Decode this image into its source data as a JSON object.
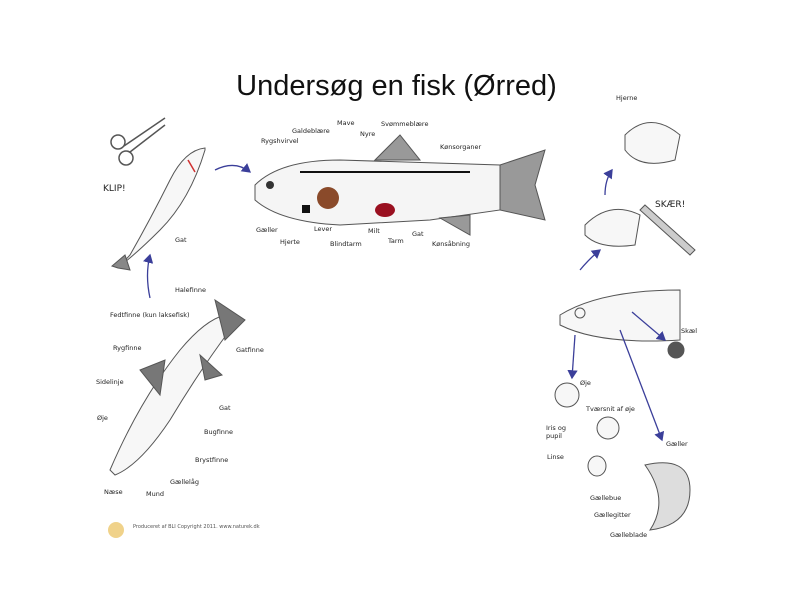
{
  "title": "Undersøg en fisk (Ørred)",
  "colors": {
    "arrow": "#3b3f9a",
    "liver": "#8a4a2a",
    "spleen": "#9a1020",
    "fin": "#777777",
    "logo": "#f0d28a"
  },
  "anatomy_labels": [
    "Rygshvirvel",
    "Galdeblære",
    "Mave",
    "Nyre",
    "Svømmeblære",
    "Kønsorganer",
    "Gæller",
    "Hjerte",
    "Lever",
    "Blindtarm",
    "Milt",
    "Tarm",
    "Gat",
    "Kønsåbning"
  ],
  "cut_step": {
    "label": "KLIP!",
    "gat": "Gat"
  },
  "external_labels": [
    "Halefinne",
    "Fedtfinne (kun laksefisk)",
    "Rygfinne",
    "Gatfinne",
    "Sidelinje",
    "Gat",
    "Bugfinne",
    "Øje",
    "Brystfinne",
    "Gællelåg",
    "Næse",
    "Mund"
  ],
  "head_labels": {
    "brain": "Hjerne",
    "cut": "SKÆR!",
    "scale": "Skæl"
  },
  "eye_labels": [
    "Øje",
    "Tværsnit af øje",
    "Iris og pupil",
    "Linse"
  ],
  "gill_labels": [
    "Gæller",
    "Gællebue",
    "Gællegitter",
    "Gælleblade"
  ],
  "footer": "Produceret af BLI Copyright 2011. www.naturek.dk"
}
